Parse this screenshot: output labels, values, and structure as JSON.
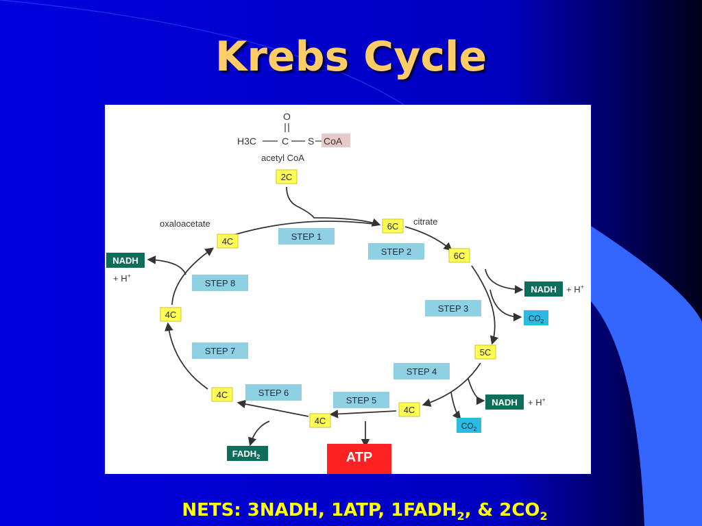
{
  "slide": {
    "title": "Krebs Cycle",
    "colors": {
      "background": "#0000cc",
      "title": "#ffcc66",
      "summary": "#ffff00",
      "atp_box": "#ff2222"
    }
  },
  "diagram": {
    "acetyl": {
      "oxygen": "O",
      "h3c": "H3C",
      "carbon": "C",
      "sulfur": "S",
      "coa": "CoA",
      "label": "acetyl CoA"
    },
    "labels": {
      "oxaloacetate": "oxaloacetate",
      "citrate": "citrate"
    },
    "carbons": {
      "acetyl": "2C",
      "citrate": "6C",
      "isocitrate": "6C",
      "five": "5C",
      "c4_step4": "4C",
      "c4_step5": "4C",
      "c4_step6": "4C",
      "c4_step7": "4C",
      "oxaloacetate": "4C"
    },
    "steps": {
      "s1": "STEP 1",
      "s2": "STEP 2",
      "s3": "STEP 3",
      "s4": "STEP 4",
      "s5": "STEP 5",
      "s6": "STEP 6",
      "s7": "STEP 7",
      "s8": "STEP 8"
    },
    "products": {
      "nadh": "NADH",
      "h_plus": "+ H",
      "h_sup": "+",
      "co2": "CO",
      "co2_sub": "2",
      "fadh2": "FADH",
      "fadh2_sub": "2",
      "atp": "ATP"
    }
  },
  "summary": {
    "prefix": "NETS: 3NADH, 1ATP, 1FADH",
    "sub1": "2",
    "middle": ", & 2CO",
    "sub2": "2"
  }
}
